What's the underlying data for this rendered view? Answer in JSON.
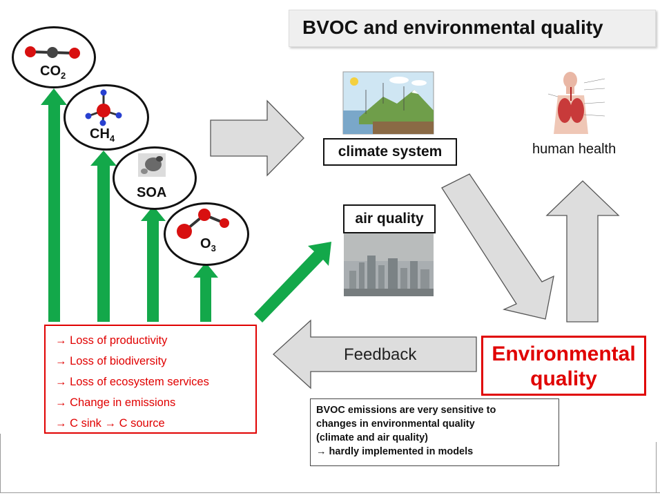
{
  "title": "BVOC and environmental quality",
  "molecules": [
    {
      "name": "CO",
      "sub": "2"
    },
    {
      "name": "CH",
      "sub": "4"
    },
    {
      "name": "SOA",
      "sub": ""
    },
    {
      "name": "O",
      "sub": "3"
    }
  ],
  "labels": {
    "climate_system": "climate system",
    "human_health": "human health",
    "air_quality": "air quality",
    "feedback": "Feedback",
    "env_quality_line1": "Environmental",
    "env_quality_line2": "quality"
  },
  "impacts": [
    "→  Loss of productivity",
    "→  Loss of biodiversity",
    "→  Loss of ecosystem services",
    "→  Change in emissions",
    "→  C sink → C source"
  ],
  "note": [
    "BVOC emissions are very sensitive to",
    "changes in environmental quality",
    "(climate and air quality)",
    "→ hardly implemented in models"
  ],
  "colors": {
    "green_arrow": "#13a84a",
    "grey_arrow": "#dcdcdc",
    "red": "#e00000"
  }
}
